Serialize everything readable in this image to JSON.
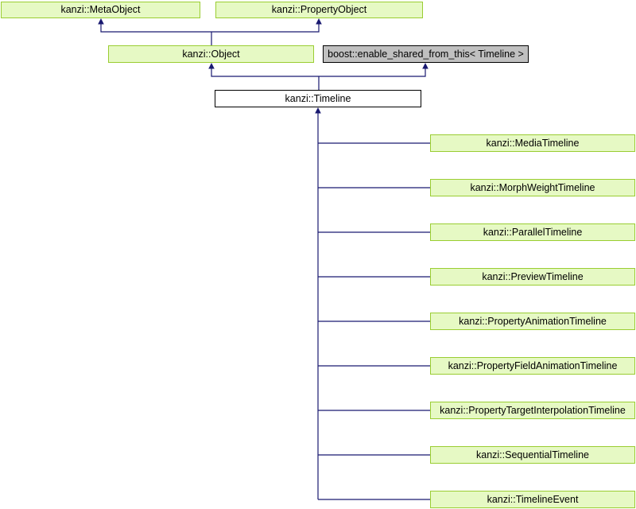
{
  "diagram": {
    "nodes": {
      "meta_object": {
        "label": "kanzi::MetaObject"
      },
      "property_object": {
        "label": "kanzi::PropertyObject"
      },
      "object": {
        "label": "kanzi::Object"
      },
      "boost_base": {
        "label": "boost::enable_shared_from_this< Timeline >"
      },
      "timeline": {
        "label": "kanzi::Timeline"
      }
    },
    "children": [
      {
        "label": "kanzi::MediaTimeline"
      },
      {
        "label": "kanzi::MorphWeightTimeline"
      },
      {
        "label": "kanzi::ParallelTimeline"
      },
      {
        "label": "kanzi::PreviewTimeline"
      },
      {
        "label": "kanzi::PropertyAnimationTimeline"
      },
      {
        "label": "kanzi::PropertyFieldAnimationTimeline"
      },
      {
        "label": "kanzi::PropertyTargetInterpolationTimeline"
      },
      {
        "label": "kanzi::SequentialTimeline"
      },
      {
        "label": "kanzi::TimelineEvent"
      }
    ]
  },
  "colors": {
    "node_fill": "#E6F9C4",
    "node_border": "#9ACD32",
    "external_fill": "#C0C0C0",
    "external_border": "#000000",
    "focus_fill": "#FFFFFF",
    "focus_border": "#000000",
    "edge_color": "#191970",
    "text_color": "#000000",
    "background": "#FFFFFF"
  }
}
